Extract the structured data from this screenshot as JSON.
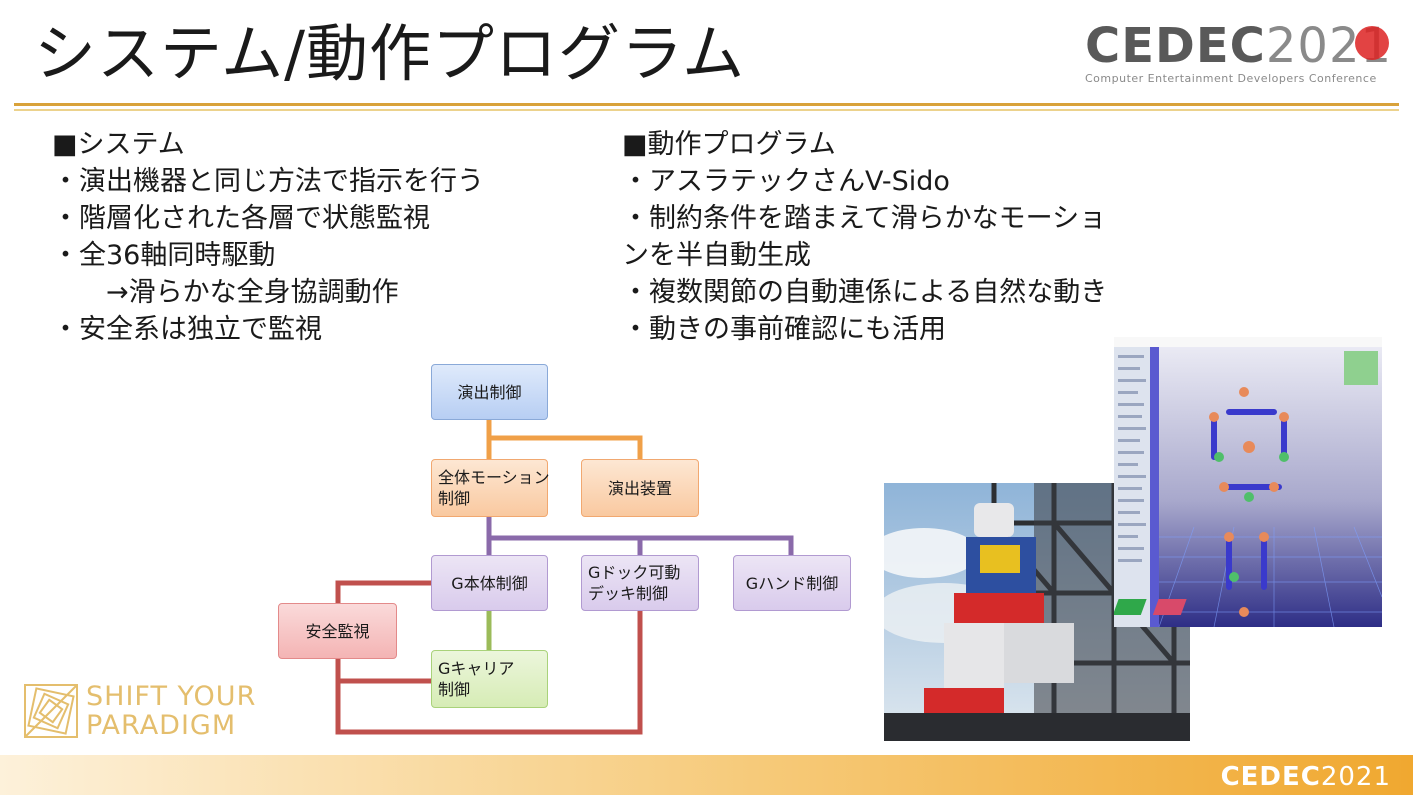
{
  "title": "システム/動作プログラム",
  "logo": {
    "brand": "CEDEC",
    "year": "2021",
    "subtitle": "Computer Entertainment Developers Conference"
  },
  "left": {
    "heading": "■システム",
    "items": [
      "・演出機器と同じ方法で指示を行う",
      "・階層化された各層で状態監視",
      "・全36軸同時駆動",
      "→滑らかな全身協調動作",
      "・安全系は独立で監視"
    ]
  },
  "right": {
    "heading": "■動作プログラム",
    "items": [
      "・アスラテックさんV-Sido",
      "・制約条件を踏まえて滑らかなモーショ",
      "ンを半自動生成",
      "・複数関節の自動連係による自然な動き",
      "・動きの事前確認にも活用"
    ]
  },
  "diagram": {
    "nodes": {
      "stage_control": "演出制御",
      "motion_control_l1": "全体モーション",
      "motion_control_l2": "制御",
      "stage_device": "演出装置",
      "g_body": "G本体制御",
      "g_dock_l1": "Gドック可動",
      "g_dock_l2": "デッキ制御",
      "g_hand": "Gハンド制御",
      "safety": "安全監視",
      "g_carrier_l1": "Gキャリア",
      "g_carrier_l2": "制御"
    },
    "colors": {
      "orange": "#f0a048",
      "purple": "#8a6aaa",
      "red": "#c0504d",
      "green": "#9bbb59"
    }
  },
  "shift_logo": {
    "line1": "SHIFT YOUR",
    "line2": "PARADIGM"
  },
  "footer": {
    "brand": "CEDEC",
    "year": "2021"
  }
}
